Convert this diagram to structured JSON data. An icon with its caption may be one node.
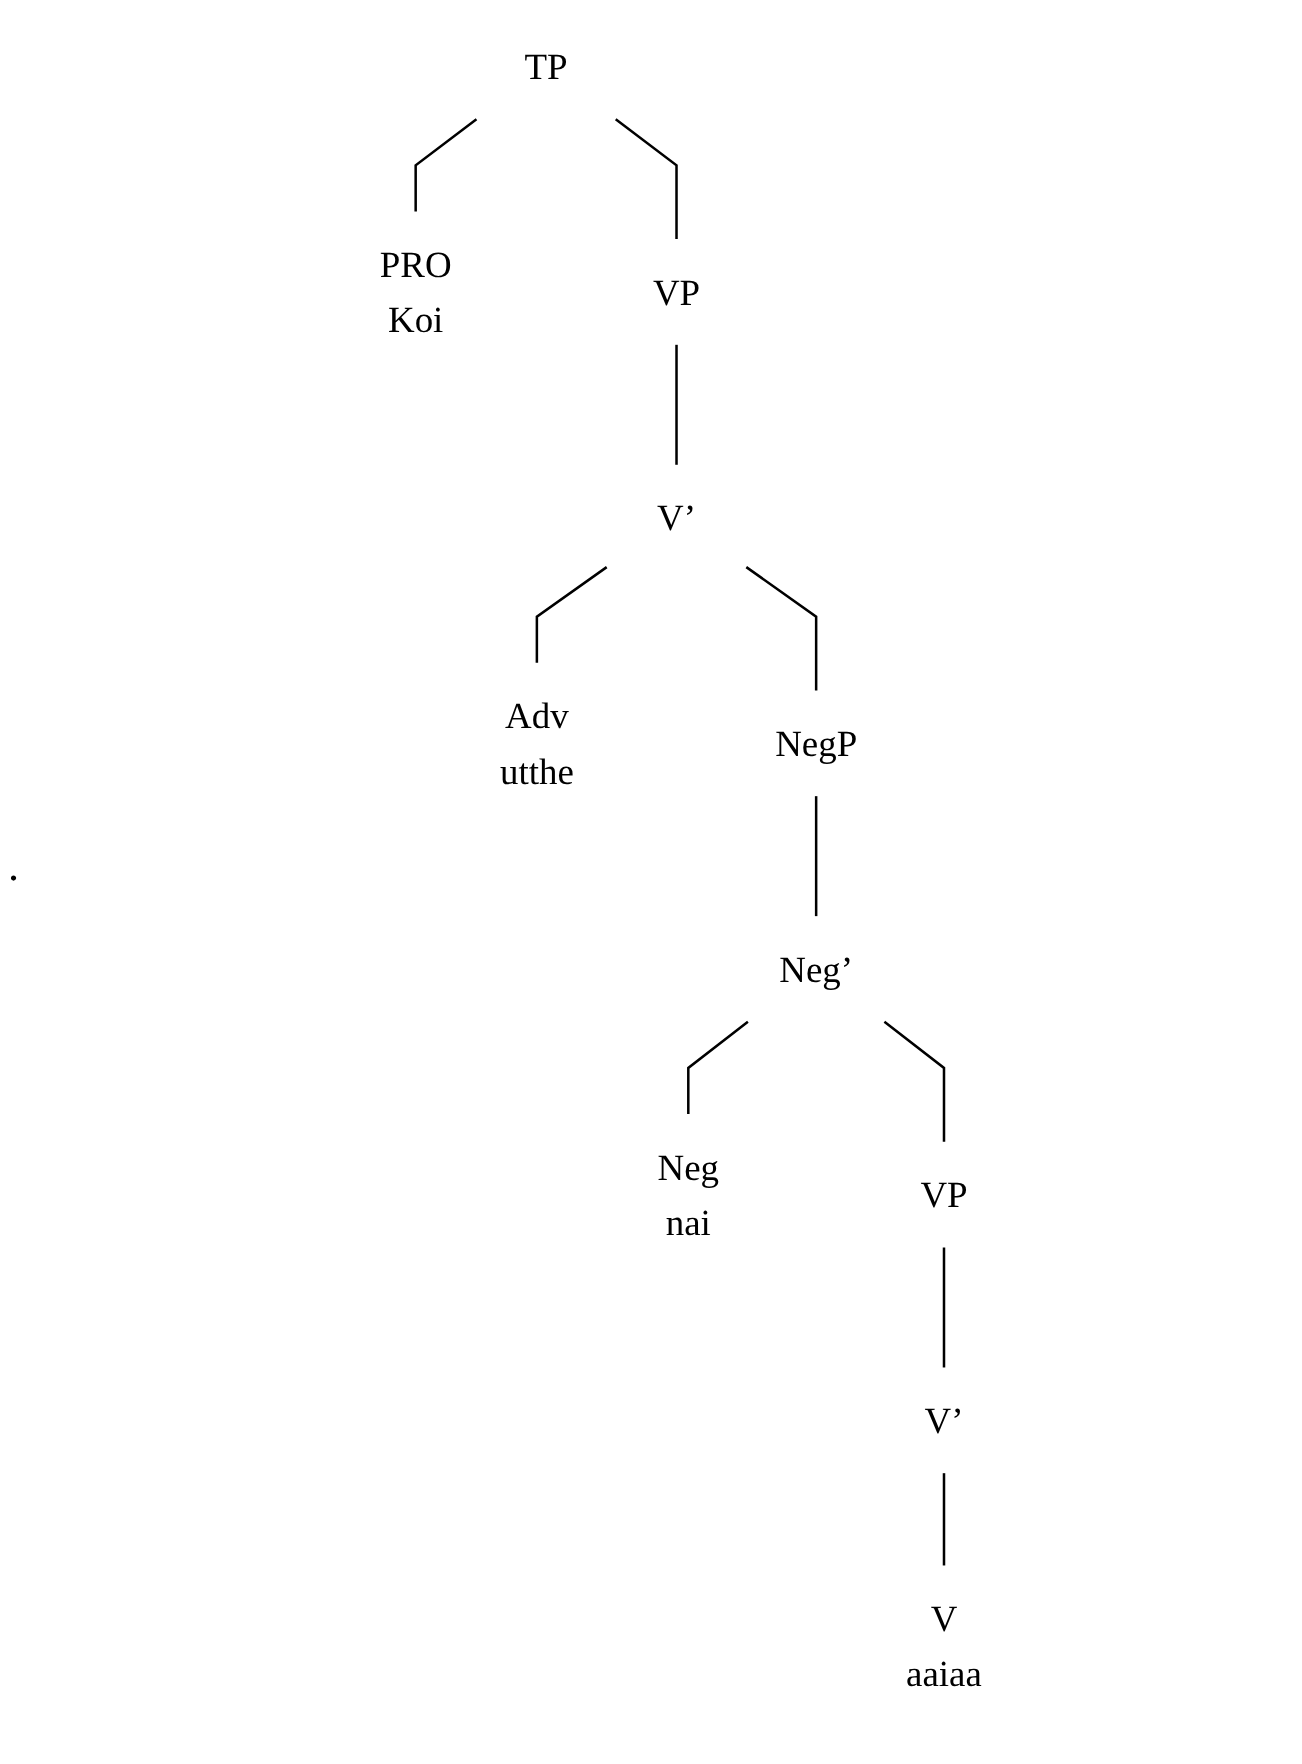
{
  "diagram": {
    "nodes": [
      {
        "text": [
          "TP"
        ]
      },
      {
        "text": [
          "PRO",
          "Koi"
        ]
      },
      {
        "text": [
          "VP"
        ]
      },
      {
        "text": [
          "V’"
        ]
      },
      {
        "text": [
          "Adv",
          "utthe"
        ]
      },
      {
        "text": [
          "NegP"
        ]
      },
      {
        "text": [
          "Neg’"
        ]
      },
      {
        "text": [
          "Neg",
          "nai"
        ]
      },
      {
        "text": [
          "VP"
        ]
      },
      {
        "text": [
          "V’"
        ]
      },
      {
        "text": [
          "V",
          "aaiaa"
        ]
      }
    ],
    "edges": [
      {
        "from": 0,
        "to": 1,
        "arrow": "none"
      },
      {
        "from": 0,
        "to": 2,
        "arrow": "none"
      },
      {
        "from": 2,
        "to": 3,
        "arrow": "none"
      },
      {
        "from": 3,
        "to": 4,
        "arrow": "none"
      },
      {
        "from": 3,
        "to": 5,
        "arrow": "none"
      },
      {
        "from": 5,
        "to": 6,
        "arrow": "none"
      },
      {
        "from": 6,
        "to": 7,
        "arrow": "none"
      },
      {
        "from": 6,
        "to": 8,
        "arrow": "none"
      },
      {
        "from": 8,
        "to": 9,
        "arrow": "none"
      },
      {
        "from": 9,
        "to": 10,
        "arrow": "none"
      }
    ],
    "labels": [
      "."
    ]
  }
}
